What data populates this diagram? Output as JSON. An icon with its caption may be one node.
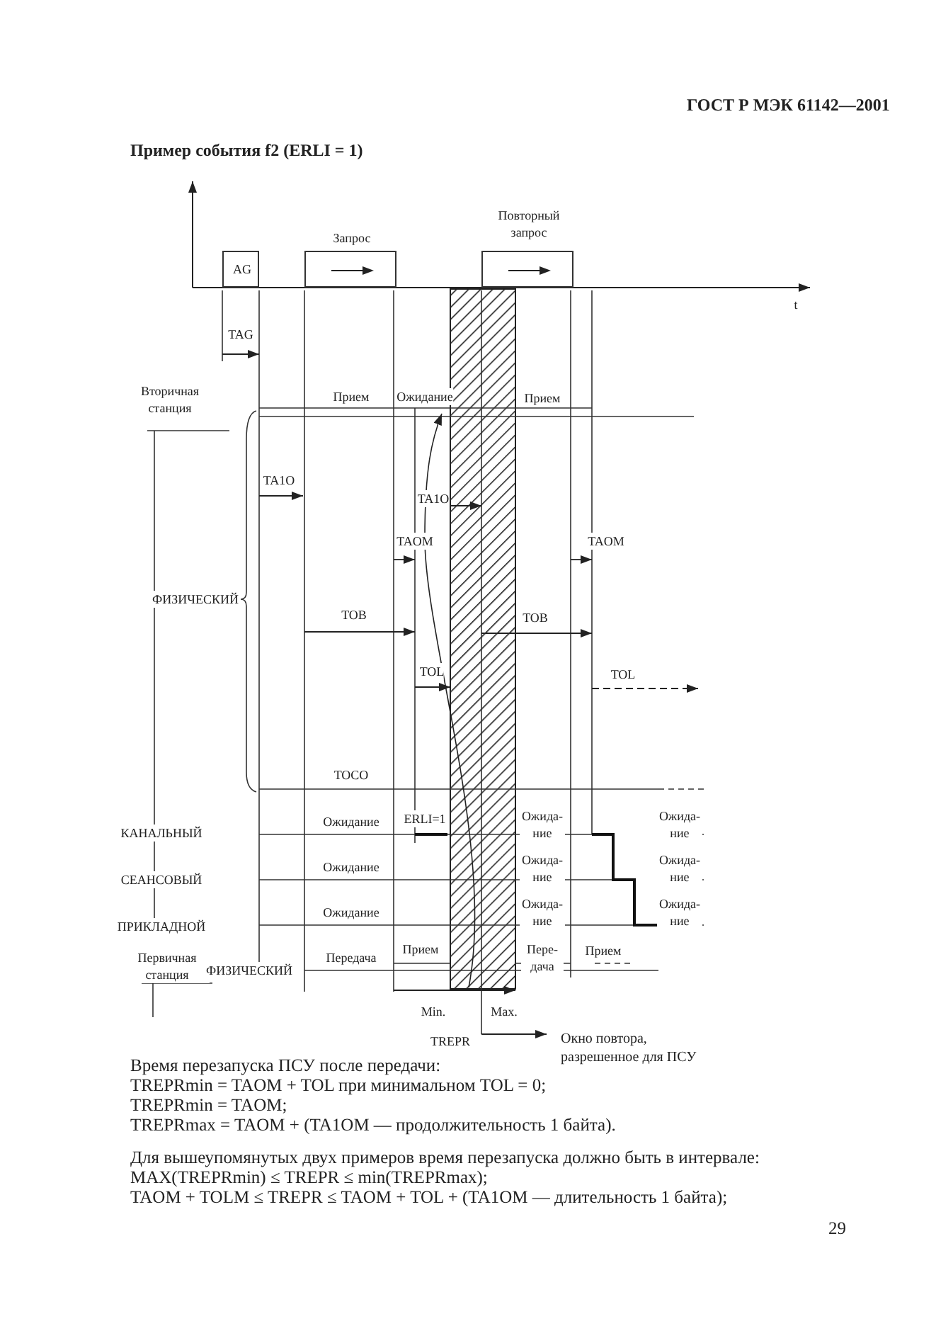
{
  "diagram": {
    "title": "Пример события f2 (ERLI = 1)",
    "nodes": [
      {
        "text": [
          "AG"
        ]
      },
      {
        "text": [
          "Запрос"
        ]
      },
      {
        "text": [
          "Повторный запрос"
        ]
      }
    ],
    "labels": [
      "ГОСТ Р МЭК 61142—2001",
      "t",
      "TAG",
      "Вторичная станция",
      "Прием",
      "Ожидание",
      "Прием",
      "TA1O",
      "TA1O",
      "TAOM",
      "TAOM",
      "ФИЗИЧЕСКИЙ",
      "TOB",
      "TOB",
      "TOL",
      "TOL",
      "TOCO",
      "Ожидание",
      "ERLI=1",
      "Ожида- ние",
      "Ожида- ние",
      "КАНАЛЬНЫЙ",
      "Ожидание",
      "Ожида- ние",
      "Ожида- ние",
      "СЕАНСОВЫЙ",
      "Ожидание",
      "Ожида- ние",
      "Ожида- ние",
      "ПРИКЛАДНОЙ",
      "Первичная станция",
      "Передача",
      "Прием",
      "Пере- дача",
      "Прием",
      "ФИЗИЧЕСКИЙ",
      "Min.",
      "Max.",
      "TREPR",
      "Окно повтора, разрешенное для ПСУ",
      "Время перезапуска ПСУ после передачи:",
      "TREPRmin = TAOM + TOL при минимальном TOL = 0;",
      "TREPRmin = TAOM;",
      "TREPRmax = TAOM + (TA1OM — продолжительность 1 байта).",
      "Для вышеупомянутых двух примеров время перезапуска должно быть в интервале:",
      "MAX(TREPRmin) ≤ TREPR ≤ min(TREPRmax);",
      "TAOM + TOLM ≤ TREPR ≤ TAOM + TOL + (TA1OM — длительность 1 байта);",
      "29"
    ]
  }
}
